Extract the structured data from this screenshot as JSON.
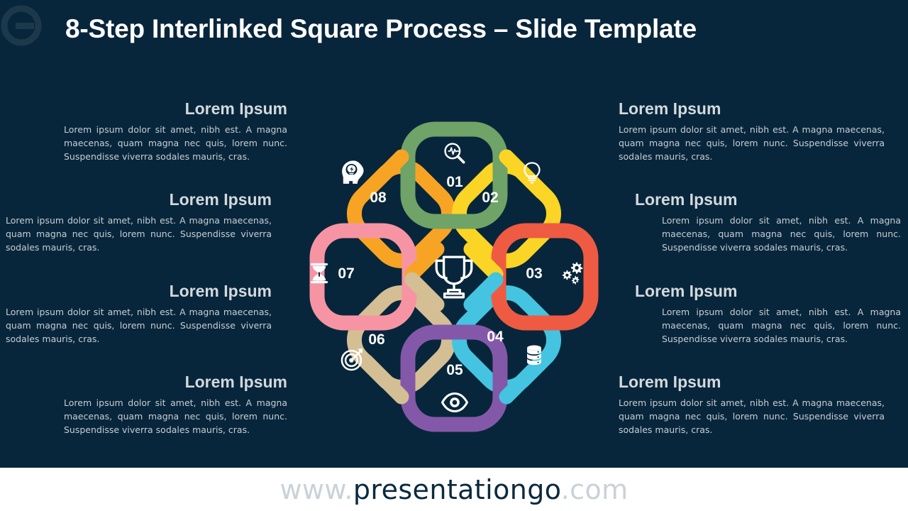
{
  "theme": {
    "background": "#08263b",
    "title_color": "#ffffff",
    "heading_color": "#d3d9dd",
    "body_color": "#c6ced4",
    "footer_background": "#ffffff",
    "footer_dim": "#c9d2d8",
    "footer_strong": "#0b2a3e"
  },
  "header": {
    "title": "8-Step Interlinked Square Process – Slide Template",
    "logo": "presentationgo-logo-watermark"
  },
  "body_text": "Lorem ipsum dolor sit amet, nibh est. A magna maecenas, quam magna nec quis, lorem nunc. Suspendisse viverra sodales mauris, cras.",
  "heading_text": "Lorem Ipsum",
  "left_blocks": [
    {
      "id": "blk-8",
      "step": "08",
      "heading": "Lorem Ipsum",
      "body": "Lorem ipsum dolor sit amet, nibh est. A magna maecenas, quam magna nec quis, lorem nunc. Suspendisse viverra sodales mauris, cras."
    },
    {
      "id": "blk-7",
      "step": "07",
      "heading": "Lorem Ipsum",
      "body": "Lorem ipsum dolor sit amet, nibh est. A magna maecenas, quam magna nec quis, lorem nunc. Suspendisse viverra sodales mauris, cras."
    },
    {
      "id": "blk-6",
      "step": "06",
      "heading": "Lorem Ipsum",
      "body": "Lorem ipsum dolor sit amet, nibh est. A magna maecenas, quam magna nec quis, lorem nunc. Suspendisse viverra sodales mauris, cras."
    },
    {
      "id": "blk-5",
      "step": "05",
      "heading": "Lorem Ipsum",
      "body": "Lorem ipsum dolor sit amet, nibh est. A magna maecenas, quam magna nec quis, lorem nunc. Suspendisse viverra sodales mauris, cras."
    }
  ],
  "right_blocks": [
    {
      "id": "blk-1",
      "step": "01",
      "heading": "Lorem Ipsum",
      "body": "Lorem ipsum dolor sit amet, nibh est. A magna maecenas, quam magna nec quis, lorem nunc. Suspendisse viverra sodales mauris, cras."
    },
    {
      "id": "blk-2",
      "step": "02",
      "heading": "Lorem Ipsum",
      "body": "Lorem ipsum dolor sit amet, nibh est. A magna maecenas, quam magna nec quis, lorem nunc. Suspendisse viverra sodales mauris, cras."
    },
    {
      "id": "blk-3",
      "step": "03",
      "heading": "Lorem Ipsum",
      "body": "Lorem ipsum dolor sit amet, nibh est. A magna maecenas, quam magna nec quis, lorem nunc. Suspendisse viverra sodales mauris, cras."
    },
    {
      "id": "blk-4",
      "step": "04",
      "heading": "Lorem Ipsum",
      "body": "Lorem ipsum dolor sit amet, nibh est. A magna maecenas, quam magna nec quis, lorem nunc. Suspendisse viverra sodales mauris, cras."
    }
  ],
  "diagram": {
    "center_icon": "trophy-icon",
    "steps": [
      {
        "number": "01",
        "color": "#6fa368",
        "icon": "magnifier-pulse-icon",
        "position": "top",
        "angle_deg": 0,
        "rotated": false
      },
      {
        "number": "02",
        "color": "#fbd525",
        "icon": "lightbulb-icon",
        "position": "top-right",
        "angle_deg": 45,
        "rotated": true
      },
      {
        "number": "03",
        "color": "#ee5b42",
        "icon": "gears-icon",
        "position": "right",
        "angle_deg": 90,
        "rotated": false
      },
      {
        "number": "04",
        "color": "#44c4e0",
        "icon": "database-icon",
        "position": "bottom-right",
        "angle_deg": 135,
        "rotated": true
      },
      {
        "number": "05",
        "color": "#8458a8",
        "icon": "eye-icon",
        "position": "bottom",
        "angle_deg": 180,
        "rotated": false
      },
      {
        "number": "06",
        "color": "#d4be94",
        "icon": "target-icon",
        "position": "bottom-left",
        "angle_deg": 225,
        "rotated": true
      },
      {
        "number": "07",
        "color": "#f794a4",
        "icon": "hourglass-icon",
        "position": "left",
        "angle_deg": 270,
        "rotated": false
      },
      {
        "number": "08",
        "color": "#f7a424",
        "icon": "head-lightbulb-icon",
        "position": "top-left",
        "angle_deg": 315,
        "rotated": true
      }
    ]
  },
  "footer": {
    "url_prefix": "www.",
    "url_brand": "presentationgo",
    "url_suffix": ".com"
  }
}
